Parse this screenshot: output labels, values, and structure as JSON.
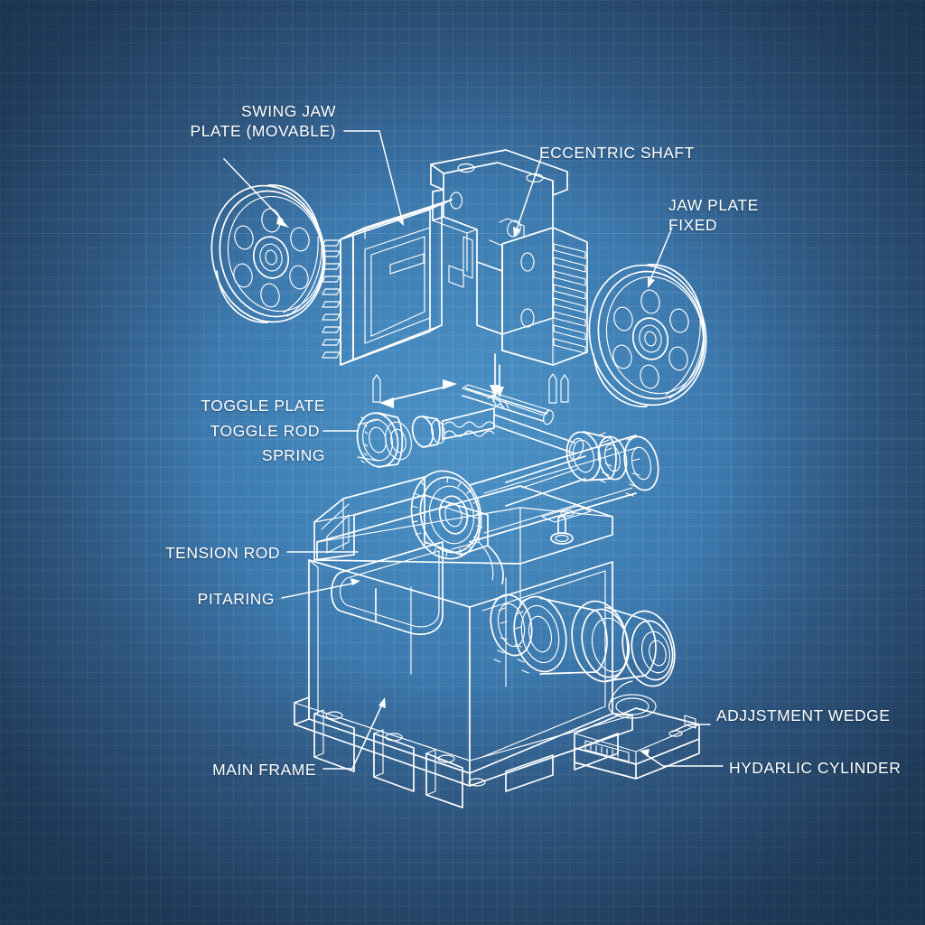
{
  "diagram": {
    "style": "blueprint",
    "subject": "jaw crusher exploded assembly",
    "background_color": "#3a77ac",
    "grid_color": "#6fa4cc",
    "line_color": "#ffffff"
  },
  "labels": [
    {
      "id": "swing-jaw-plate",
      "lines": [
        "SWING JAW",
        "PLATE (MOVABLE)"
      ]
    },
    {
      "id": "eccentric-shaft",
      "lines": [
        "ECCENTRIC SHAFT"
      ]
    },
    {
      "id": "jaw-plate-fixed",
      "lines": [
        "JAW PLATE",
        "FIXED"
      ]
    },
    {
      "id": "toggle-plate",
      "lines": [
        "TOGGLE PLATE"
      ]
    },
    {
      "id": "toggle-rod",
      "lines": [
        "TOGGLE ROD"
      ]
    },
    {
      "id": "spring",
      "lines": [
        "SPRING"
      ]
    },
    {
      "id": "tension-rod",
      "lines": [
        "TENSION ROD"
      ]
    },
    {
      "id": "pitaring",
      "lines": [
        "PITARING"
      ]
    },
    {
      "id": "main-frame",
      "lines": [
        "MAIN FRAME"
      ]
    },
    {
      "id": "adjustment-wedge",
      "lines": [
        "ADJJSTMENT WEDGE"
      ]
    },
    {
      "id": "hydraulic-cylinder",
      "lines": [
        "HYDARLIC CYLINDER"
      ]
    }
  ],
  "parts": {
    "flywheel_left": "flywheel-pulley-left",
    "flywheel_right": "flywheel-pulley-right",
    "swing_jaw": "swing-jaw-plate-part",
    "fixed_jaw": "fixed-jaw-plate-part",
    "eccentric_shaft": "eccentric-shaft-part",
    "toggle_assembly": "toggle-plate-assembly",
    "bearing_left": "spherical-roller-bearing-left",
    "bearing_right": "spherical-roller-bearing-right",
    "main_frame": "main-frame-weldment",
    "hydraulic_cylinder": "hydraulic-cylinder-part",
    "adjustment_wedge": "adjustment-wedge-part",
    "base_plate": "base-mounting-plate"
  }
}
